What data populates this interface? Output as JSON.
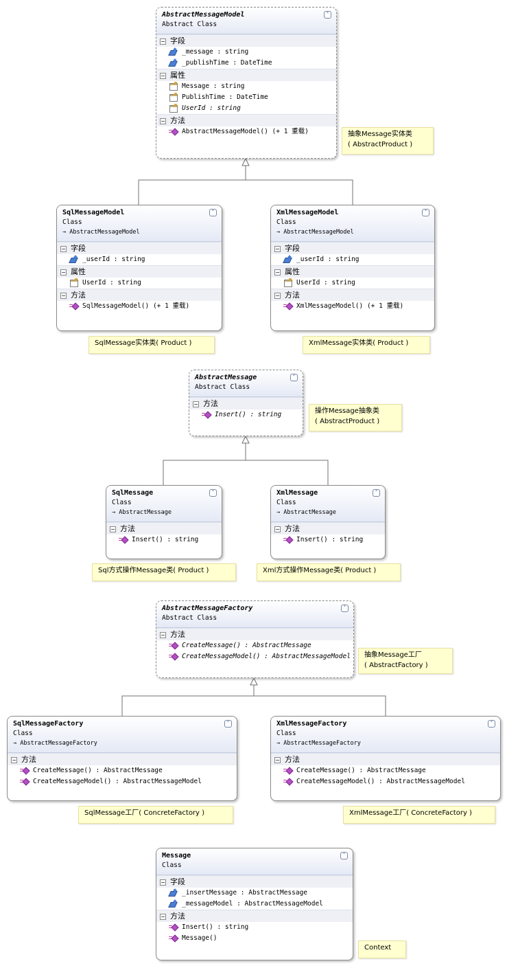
{
  "classes": {
    "abstract_message_model": {
      "name": "AbstractMessageModel",
      "stereotype": "Abstract Class",
      "sections": [
        {
          "title": "字段",
          "members": [
            {
              "kind": "field",
              "text": "_message : string"
            },
            {
              "kind": "field",
              "text": "_publishTime : DateTime"
            }
          ]
        },
        {
          "title": "属性",
          "members": [
            {
              "kind": "prop",
              "text": "Message : string"
            },
            {
              "kind": "prop",
              "text": "PublishTime : DateTime"
            },
            {
              "kind": "prop",
              "text": "UserId : string",
              "italic": true
            }
          ]
        },
        {
          "title": "方法",
          "members": [
            {
              "kind": "method",
              "text": "AbstractMessageModel()  (+ 1 重载)"
            }
          ]
        }
      ]
    },
    "sql_message_model": {
      "name": "SqlMessageModel",
      "stereotype": "Class",
      "base": "AbstractMessageModel",
      "sections": [
        {
          "title": "字段",
          "members": [
            {
              "kind": "field",
              "text": "_userId : string"
            }
          ]
        },
        {
          "title": "属性",
          "members": [
            {
              "kind": "prop",
              "text": "UserId : string"
            }
          ]
        },
        {
          "title": "方法",
          "members": [
            {
              "kind": "method",
              "text": "SqlMessageModel()  (+ 1 重载)"
            }
          ]
        }
      ]
    },
    "xml_message_model": {
      "name": "XmlMessageModel",
      "stereotype": "Class",
      "base": "AbstractMessageModel",
      "sections": [
        {
          "title": "字段",
          "members": [
            {
              "kind": "field",
              "text": "_userId : string"
            }
          ]
        },
        {
          "title": "属性",
          "members": [
            {
              "kind": "prop",
              "text": "UserId : string"
            }
          ]
        },
        {
          "title": "方法",
          "members": [
            {
              "kind": "method",
              "text": "XmlMessageModel()  (+ 1 重载)"
            }
          ]
        }
      ]
    },
    "abstract_message": {
      "name": "AbstractMessage",
      "stereotype": "Abstract Class",
      "sections": [
        {
          "title": "方法",
          "members": [
            {
              "kind": "method",
              "text": "Insert() : string",
              "italic": true
            }
          ]
        }
      ]
    },
    "sql_message": {
      "name": "SqlMessage",
      "stereotype": "Class",
      "base": "AbstractMessage",
      "sections": [
        {
          "title": "方法",
          "members": [
            {
              "kind": "method",
              "text": "Insert() : string"
            }
          ]
        }
      ]
    },
    "xml_message": {
      "name": "XmlMessage",
      "stereotype": "Class",
      "base": "AbstractMessage",
      "sections": [
        {
          "title": "方法",
          "members": [
            {
              "kind": "method",
              "text": "Insert() : string"
            }
          ]
        }
      ]
    },
    "abstract_message_factory": {
      "name": "AbstractMessageFactory",
      "stereotype": "Abstract Class",
      "sections": [
        {
          "title": "方法",
          "members": [
            {
              "kind": "method",
              "text": "CreateMessage()  : AbstractMessage",
              "italic": true
            },
            {
              "kind": "method",
              "text": "CreateMessageModel()  : AbstractMessageModel",
              "italic": true
            }
          ]
        }
      ]
    },
    "sql_message_factory": {
      "name": "SqlMessageFactory",
      "stereotype": "Class",
      "base": "AbstractMessageFactory",
      "sections": [
        {
          "title": "方法",
          "members": [
            {
              "kind": "method",
              "text": "CreateMessage() : AbstractMessage"
            },
            {
              "kind": "method",
              "text": "CreateMessageModel() : AbstractMessageModel"
            }
          ]
        }
      ]
    },
    "xml_message_factory": {
      "name": "XmlMessageFactory",
      "stereotype": "Class",
      "base": "AbstractMessageFactory",
      "sections": [
        {
          "title": "方法",
          "members": [
            {
              "kind": "method",
              "text": "CreateMessage() : AbstractMessage"
            },
            {
              "kind": "method",
              "text": "CreateMessageModel() : AbstractMessageModel"
            }
          ]
        }
      ]
    },
    "message": {
      "name": "Message",
      "stereotype": "Class",
      "sections": [
        {
          "title": "字段",
          "members": [
            {
              "kind": "field",
              "text": "_insertMessage : AbstractMessage"
            },
            {
              "kind": "field",
              "text": "_messageModel : AbstractMessageModel"
            }
          ]
        },
        {
          "title": "方法",
          "members": [
            {
              "kind": "method",
              "text": "Insert() : string"
            },
            {
              "kind": "method",
              "text": "Message()"
            }
          ]
        }
      ]
    }
  },
  "notes": {
    "abstract_message_model": "抽象Message实体类\n( AbstractProduct )",
    "sql_message_model": "SqlMessage实体类( Product )",
    "xml_message_model": "XmlMessage实体类( Product )",
    "abstract_message": "操作Message抽象类\n( AbstractProduct )",
    "sql_message": "Sql方式操作Message类( Product )",
    "xml_message": "Xml方式操作Message类( Product )",
    "abstract_message_factory": "抽象Message工厂\n( AbstractFactory )",
    "sql_message_factory": "SqlMessage工厂( ConcreteFactory )",
    "xml_message_factory": "XmlMessage工厂( ConcreteFactory )",
    "message": "Context"
  },
  "icons": {
    "collapse": "double-chevron-up-icon",
    "field": "field-icon",
    "prop": "property-icon",
    "method": "method-icon",
    "inherit": "inheritance-arrow-icon"
  }
}
